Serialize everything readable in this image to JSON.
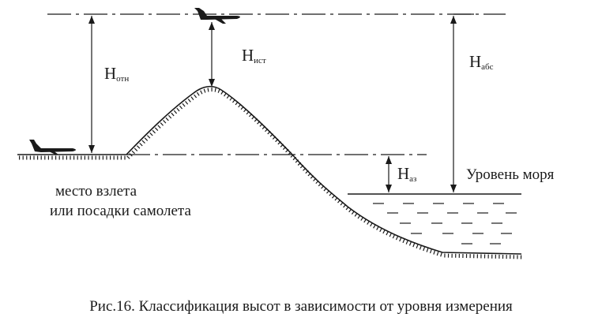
{
  "heights": {
    "relative": {
      "main": "H",
      "sub": "отн"
    },
    "true": {
      "main": "H",
      "sub": "ист"
    },
    "absolute": {
      "main": "H",
      "sub": "абс"
    },
    "airfield": {
      "main": "H",
      "sub": "аз"
    }
  },
  "labels": {
    "sea_level": "Уровень моря",
    "takeoff_line1": "место взлета",
    "takeoff_line2": "или посадки самолета"
  },
  "caption": "Рис.16. Классификация высот в зависимости от уровня измерения"
}
